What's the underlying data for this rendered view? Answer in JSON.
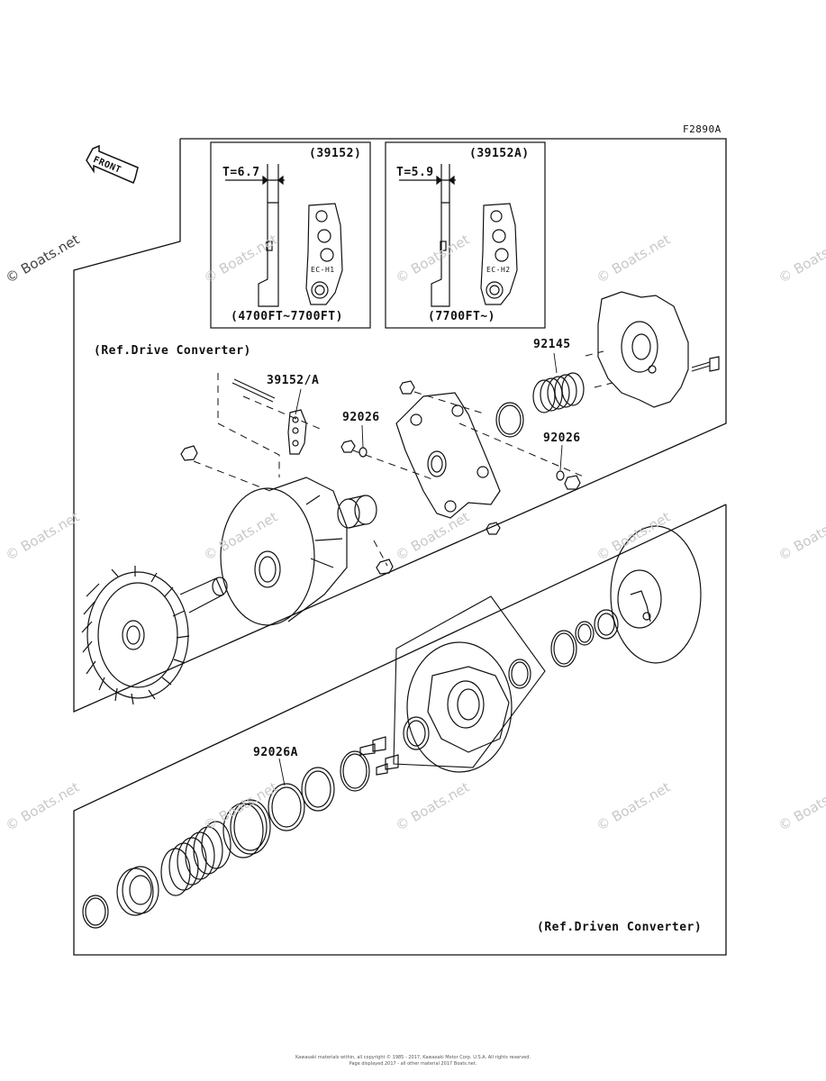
{
  "diagram_code": "F2890A",
  "front_label": "FRONT",
  "watermark": "© Boats.net",
  "inset_left": {
    "part": "(39152)",
    "thickness": "T=6.7",
    "marking": "EC-H1",
    "range": "(4700FT~7700FT)"
  },
  "inset_right": {
    "part": "(39152A)",
    "thickness": "T=5.9",
    "marking": "EC-H2",
    "range": "(7700FT~)"
  },
  "drive_ref": "(Ref.Drive Converter)",
  "driven_ref": "(Ref.Driven Converter)",
  "part_labels": {
    "p39152A": "39152/A",
    "p92026_a": "92026",
    "p92145": "92145",
    "p92026_b": "92026",
    "p92026A": "92026A"
  },
  "footer": {
    "line1": "Kawasaki materials within, all copyright © 1985 - 2017, Kawasaki Motor Corp. U.S.A. All rights reserved.",
    "line2": "Page displayed 2017 - all other material 2017 Boats.net."
  }
}
